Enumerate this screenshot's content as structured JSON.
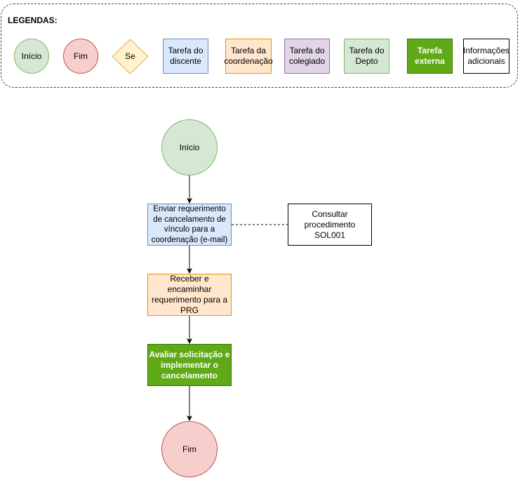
{
  "legend": {
    "title": "LEGENDAS:",
    "items": [
      {
        "label": "Início"
      },
      {
        "label": "Fim"
      },
      {
        "label": "Se"
      },
      {
        "label": "Tarefa do discente"
      },
      {
        "label": "Tarefa da coordenação"
      },
      {
        "label": "Tarefa do colegiado"
      },
      {
        "label": "Tarefa do Depto"
      },
      {
        "label": "Tarefa externa"
      },
      {
        "label": "Informações adicionais"
      }
    ]
  },
  "flow": {
    "start": "Início",
    "step1": "Enviar requerimento de cancelamento de vínculo para a coordenação (e-mail)",
    "note1": "Consultar procedimento SOL001",
    "step2": "Receber e encaminhar requerimento para a PRG",
    "step3": "Avaliar solicitação e implementar o cancelamento",
    "end": "Fim"
  },
  "colors": {
    "discente": "#dae8fc",
    "coordenacao": "#ffe6cc",
    "colegiado": "#e1d5e7",
    "depto": "#d5e8d4",
    "externa": "#60a917",
    "inicio": "#d5e8d4",
    "fim": "#f8cecc",
    "se": "#fff2cc"
  }
}
